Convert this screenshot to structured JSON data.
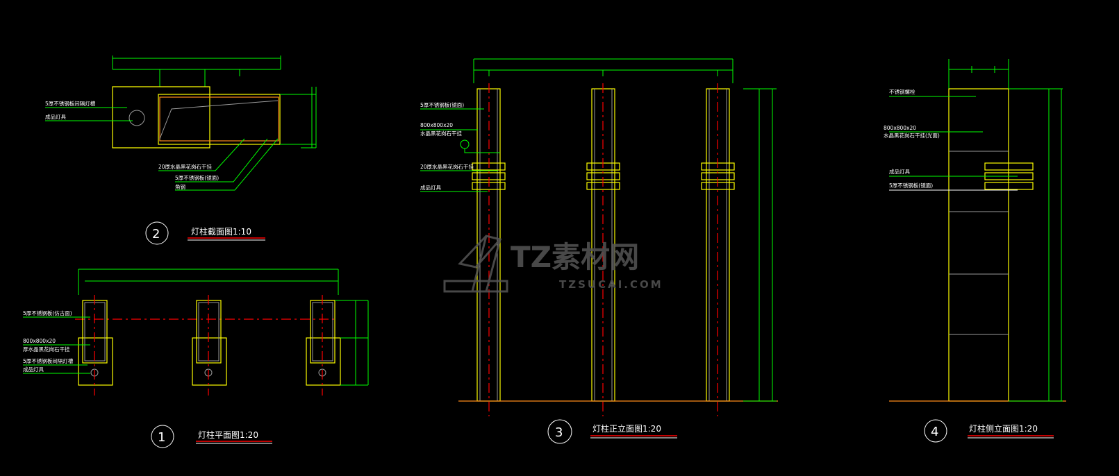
{
  "colors": {
    "background": "#000000",
    "outline": "#ffff00",
    "dimension": "#00ff00",
    "centerline": "#ff0000",
    "ground": "#ff8c1a"
  },
  "section": {
    "number": "2",
    "title": "灯柱截面图1:10",
    "labels": [
      "5厚不锈钢板间隔灯槽",
      "成品灯具",
      "20厚水晶黑花岗石干挂",
      "5厚不锈钢板(镜面)",
      "角钢"
    ]
  },
  "plan": {
    "number": "1",
    "title": "灯柱平面图1:20",
    "labels": [
      "5厚不锈钢板(仿古面)",
      "800x800x20",
      "厚水晶黑花岗石干挂",
      "5厚不锈钢板间隔灯槽",
      "成品灯具"
    ]
  },
  "front": {
    "number": "3",
    "title": "灯柱正立面图1:20",
    "labels": [
      "5厚不锈钢板(镜面)",
      "800x800x20",
      "水晶黑花岗石干挂",
      "20厚水晶黑花岗石干挂",
      "成品灯具"
    ]
  },
  "side": {
    "number": "4",
    "title": "灯柱侧立面图1:20",
    "labels": [
      "不锈钢螺栓",
      "800x800x20",
      "水晶黑花岗石干挂(光面)",
      "成品灯具",
      "5厚不锈钢板(镜面)"
    ]
  },
  "watermark": {
    "brand": "TZ素材网",
    "url": "TZSUCAI.COM"
  }
}
